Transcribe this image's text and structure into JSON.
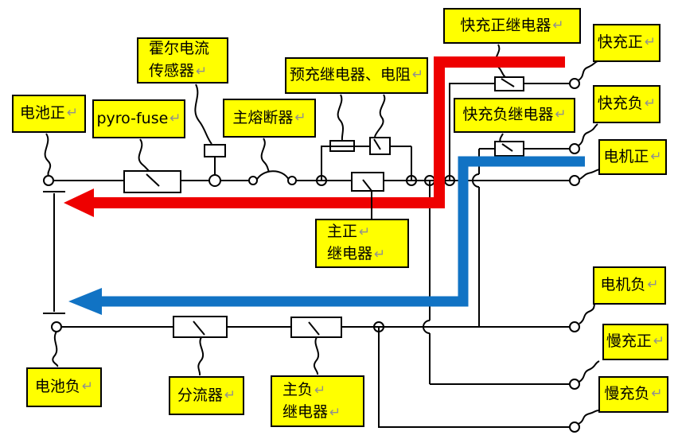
{
  "colors": {
    "label_bg": "#FFFF00",
    "label_border": "#000000",
    "wire": "#000000",
    "positive_bus_arrow": "#EE0000",
    "negative_bus_arrow": "#1173C4",
    "paragraph_mark": "#909090"
  },
  "labels": {
    "battery_positive": {
      "text": "电池正",
      "mark": "↵"
    },
    "pyro_fuse": {
      "text": "pyro-fuse",
      "mark": "↵"
    },
    "hall_sensor": {
      "line1": "霍尔电流",
      "mark1": "",
      "line2": "传感器",
      "mark2": "↵"
    },
    "main_fuse": {
      "text": "主熔断器",
      "mark": "↵"
    },
    "precharge": {
      "text": "预充继电器、电阻",
      "mark": "↵"
    },
    "fast_charge_pos_relay": {
      "text": "快充正继电器",
      "mark": "↵"
    },
    "fast_charge_pos": {
      "text": "快充正",
      "mark": "↵"
    },
    "fast_charge_neg": {
      "text": "快充负",
      "mark": "↵"
    },
    "fast_charge_neg_relay": {
      "text": "快充负继电器",
      "mark": "↵"
    },
    "motor_pos": {
      "text": "电机正",
      "mark": "↵"
    },
    "main_pos_relay": {
      "line1": "主正",
      "mark1": "↵",
      "line2": "继电器",
      "mark2": "↵"
    },
    "motor_neg": {
      "text": "电机负",
      "mark": "↵"
    },
    "slow_charge_pos": {
      "text": "慢充正",
      "mark": "↵"
    },
    "slow_charge_neg": {
      "text": "慢充负",
      "mark": "↵"
    },
    "battery_negative": {
      "text": "电池负",
      "mark": "↵"
    },
    "shunt": {
      "text": "分流器",
      "mark": "↵"
    },
    "main_neg_relay": {
      "line1": "主负",
      "mark1": "↵",
      "line2": "继电器",
      "mark2": "↵"
    }
  }
}
